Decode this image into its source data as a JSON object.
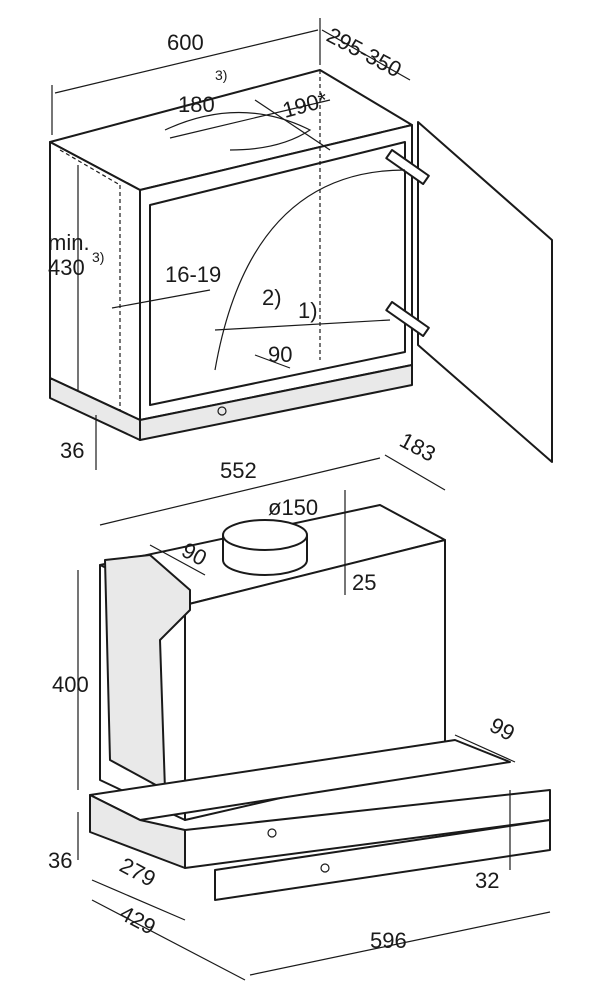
{
  "cabinet": {
    "width": "600",
    "depth": "295-350",
    "cutout_width": "180",
    "cutout_width_note": "3)",
    "cutout_depth": "190*",
    "min_height_prefix": "min.",
    "min_height": "430",
    "min_height_note": "3)",
    "panel_thickness": "16-19",
    "note_2": "2)",
    "note_1": "1)",
    "rear_offset": "90",
    "bottom_height": "36"
  },
  "hood": {
    "width": "552",
    "depth": "183",
    "duct_diameter": "ø150",
    "duct_offset": "90",
    "duct_height": "25",
    "height": "400",
    "extension": "99",
    "front_height": "36",
    "side_depth": "279",
    "total_depth": "429",
    "front_width": "596",
    "extractor_height": "32"
  }
}
